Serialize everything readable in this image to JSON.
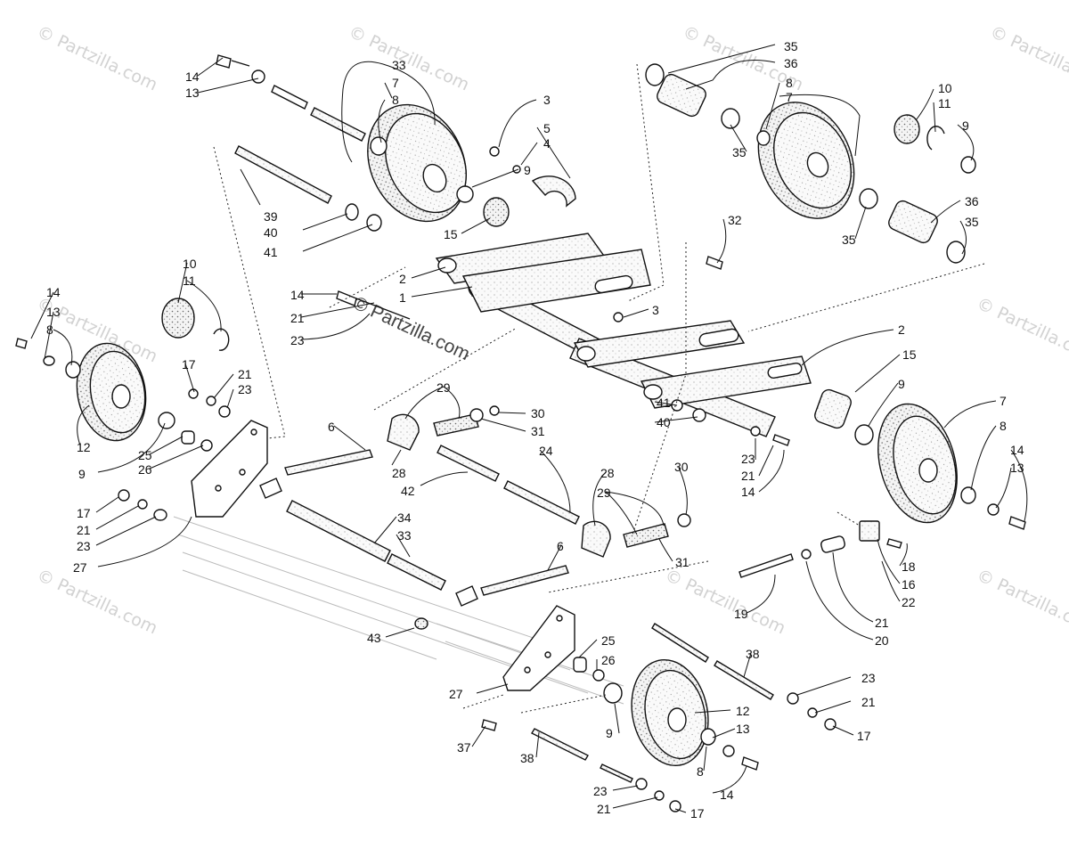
{
  "watermark": {
    "text": "© Partzilla.com",
    "main_text": "© Partzilla.com",
    "color": "#d2d2d2"
  },
  "diagram": {
    "kind": "exploded parts diagram — rear suspension idler wheels and arms",
    "callouts": [
      {
        "n": "14"
      },
      {
        "n": "13"
      },
      {
        "n": "33"
      },
      {
        "n": "7"
      },
      {
        "n": "8"
      },
      {
        "n": "3"
      },
      {
        "n": "5"
      },
      {
        "n": "4"
      },
      {
        "n": "9"
      },
      {
        "n": "39"
      },
      {
        "n": "40"
      },
      {
        "n": "41"
      },
      {
        "n": "15"
      },
      {
        "n": "2"
      },
      {
        "n": "1"
      },
      {
        "n": "35"
      },
      {
        "n": "36"
      },
      {
        "n": "8"
      },
      {
        "n": "7"
      },
      {
        "n": "35"
      },
      {
        "n": "10"
      },
      {
        "n": "11"
      },
      {
        "n": "9"
      },
      {
        "n": "36"
      },
      {
        "n": "35"
      },
      {
        "n": "35"
      },
      {
        "n": "32"
      },
      {
        "n": "3"
      },
      {
        "n": "10"
      },
      {
        "n": "11"
      },
      {
        "n": "14"
      },
      {
        "n": "13"
      },
      {
        "n": "8"
      },
      {
        "n": "14"
      },
      {
        "n": "21"
      },
      {
        "n": "23"
      },
      {
        "n": "17"
      },
      {
        "n": "21"
      },
      {
        "n": "23"
      },
      {
        "n": "12"
      },
      {
        "n": "9"
      },
      {
        "n": "25"
      },
      {
        "n": "26"
      },
      {
        "n": "2"
      },
      {
        "n": "15"
      },
      {
        "n": "9"
      },
      {
        "n": "7"
      },
      {
        "n": "8"
      },
      {
        "n": "14"
      },
      {
        "n": "13"
      },
      {
        "n": "29"
      },
      {
        "n": "30"
      },
      {
        "n": "31"
      },
      {
        "n": "6"
      },
      {
        "n": "28"
      },
      {
        "n": "42"
      },
      {
        "n": "24"
      },
      {
        "n": "41"
      },
      {
        "n": "40"
      },
      {
        "n": "23"
      },
      {
        "n": "21"
      },
      {
        "n": "14"
      },
      {
        "n": "30"
      },
      {
        "n": "17"
      },
      {
        "n": "21"
      },
      {
        "n": "23"
      },
      {
        "n": "27"
      },
      {
        "n": "34"
      },
      {
        "n": "33"
      },
      {
        "n": "28"
      },
      {
        "n": "29"
      },
      {
        "n": "31"
      },
      {
        "n": "6"
      },
      {
        "n": "18"
      },
      {
        "n": "16"
      },
      {
        "n": "22"
      },
      {
        "n": "21"
      },
      {
        "n": "20"
      },
      {
        "n": "19"
      },
      {
        "n": "43"
      },
      {
        "n": "25"
      },
      {
        "n": "26"
      },
      {
        "n": "38"
      },
      {
        "n": "23"
      },
      {
        "n": "21"
      },
      {
        "n": "17"
      },
      {
        "n": "27"
      },
      {
        "n": "9"
      },
      {
        "n": "12"
      },
      {
        "n": "13"
      },
      {
        "n": "37"
      },
      {
        "n": "38"
      },
      {
        "n": "8"
      },
      {
        "n": "14"
      },
      {
        "n": "23"
      },
      {
        "n": "21"
      },
      {
        "n": "17"
      }
    ]
  }
}
